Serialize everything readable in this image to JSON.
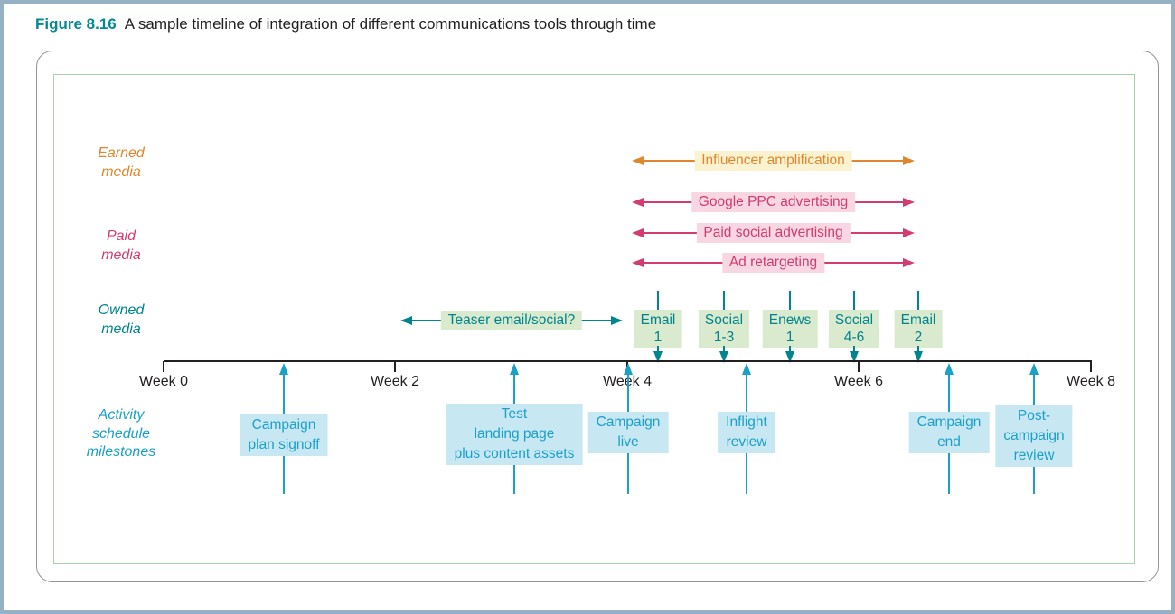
{
  "figure": {
    "label": "Figure 8.16",
    "caption": "A sample timeline of integration of different communications tools through time"
  },
  "colors": {
    "heading_teal": "#008A94",
    "earned_orange": "#E0862E",
    "earned_highlight": "#FBF3CF",
    "paid_pink": "#D23C6F",
    "paid_highlight": "#F8D7E2",
    "owned_teal": "#00848D",
    "owned_highlight": "#D9EACE",
    "milestone_blue": "#1BA0C8",
    "milestone_highlight": "#C7E7F3",
    "axis_black": "#231F20",
    "figure_border_gray": "#949494",
    "inner_border_green": "#A8D1AA",
    "page_frame_blue": "#95B1C3"
  },
  "row_labels": {
    "earned": "Earned\nmedia",
    "paid": "Paid\nmedia",
    "owned": "Owned\nmedia",
    "activity": "Activity\nschedule\nmilestones"
  },
  "earned": {
    "spans": [
      {
        "label": "Influencer amplification"
      }
    ]
  },
  "paid": {
    "spans": [
      {
        "label": "Google PPC advertising"
      },
      {
        "label": "Paid social advertising"
      },
      {
        "label": "Ad retargeting"
      }
    ]
  },
  "owned": {
    "teaser": {
      "label": "Teaser email/social?"
    },
    "markers": [
      {
        "label": "Email\n1"
      },
      {
        "label": "Social\n1-3"
      },
      {
        "label": "Enews\n1"
      },
      {
        "label": "Social\n4-6"
      },
      {
        "label": "Email\n2"
      }
    ]
  },
  "axis": {
    "weeks": [
      {
        "label": "Week 0"
      },
      {
        "label": "Week 2"
      },
      {
        "label": "Week 4"
      },
      {
        "label": "Week 6"
      },
      {
        "label": "Week 8"
      }
    ]
  },
  "milestones": [
    {
      "label": "Campaign\nplan signoff"
    },
    {
      "label": "Test\nlanding page\nplus content assets"
    },
    {
      "label": "Campaign\nlive"
    },
    {
      "label": "Inflight\nreview"
    },
    {
      "label": "Campaign\nend"
    },
    {
      "label": "Post-\ncampaign\nreview"
    }
  ]
}
